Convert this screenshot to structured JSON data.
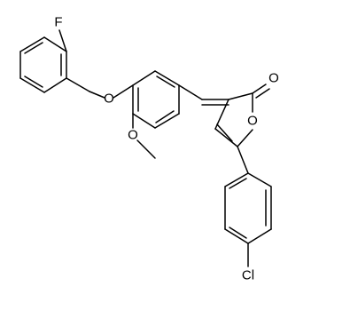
{
  "structure": {
    "atom_labels": {
      "fluorine": "F",
      "ether_oxygen": "O",
      "methoxy_oxygen": "O",
      "ring_oxygen": "O",
      "carbonyl_oxygen": "O",
      "chlorine": "Cl"
    },
    "colors": {
      "bond": "#000000",
      "background": "#ffffff"
    }
  }
}
